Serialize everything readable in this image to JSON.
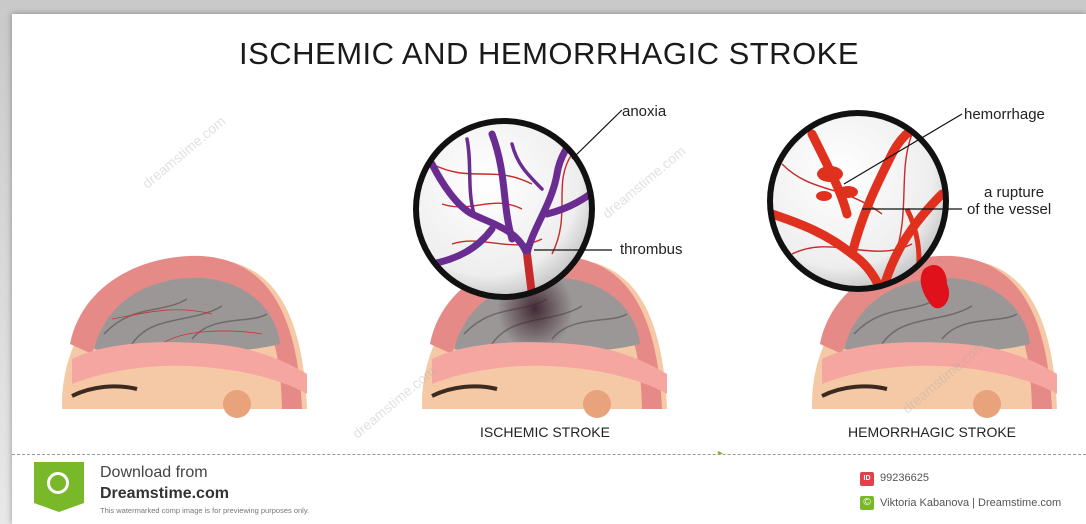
{
  "title": "ISCHEMIC AND HEMORRHAGIC STROKE",
  "labels": {
    "anoxia": "anoxia",
    "thrombus": "thrombus",
    "hemorrhage": "hemorrhage",
    "rupture_line1": "a rupture",
    "rupture_line2": "of the vessel"
  },
  "captions": {
    "ischemic": "ISCHEMIC STROKE",
    "hemorrhagic": "HEMORRHAGIC STROKE"
  },
  "watermark": {
    "download_from": "Download from",
    "site": "Dreamstime.com",
    "notice": "This watermarked comp image is for previewing purposes only.",
    "id_badge": "ID",
    "image_id": "99236625",
    "credit_badge": "©",
    "credit": "Viktoria Kabanova | Dreamstime.com",
    "diagonal_text": "dreamstime.com"
  },
  "colors": {
    "artery_ischemic": "#6a2c91",
    "artery_hemorrhagic": "#e0301e",
    "skin": "#f6c9a6",
    "skull_band": "#e58a86",
    "brain": "#9b9797",
    "accent_green": "#78b829"
  }
}
